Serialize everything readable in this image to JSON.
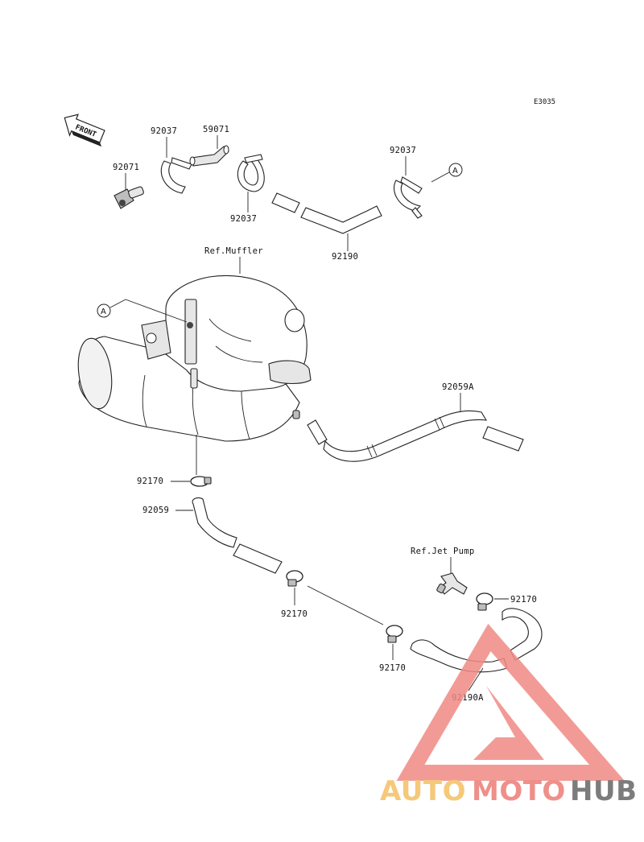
{
  "diagram": {
    "code": "E3035",
    "front_label": "FRONT",
    "callout_a": "A",
    "refs": {
      "muffler": "Ref.Muffler",
      "jet_pump": "Ref.Jet Pump"
    },
    "parts": {
      "p92071": "92071",
      "p92037_top_left": "92037",
      "p59071": "59071",
      "p92037_mid": "92037",
      "p92037_right": "92037",
      "p92190": "92190",
      "p92059A": "92059A",
      "p92170_upper": "92170",
      "p92059": "92059",
      "p92170_left": "92170",
      "p92170_center": "92170",
      "p92170_right": "92170",
      "p92190A": "92190A"
    }
  },
  "watermark": {
    "part1": "AUTO",
    "part2": "MOTO",
    "part3": "HUB",
    "colors": {
      "auto": "#f5c97a",
      "moto": "#ef8f8a",
      "hub": "#7c7c7c",
      "triangle": "#f08a84"
    }
  }
}
